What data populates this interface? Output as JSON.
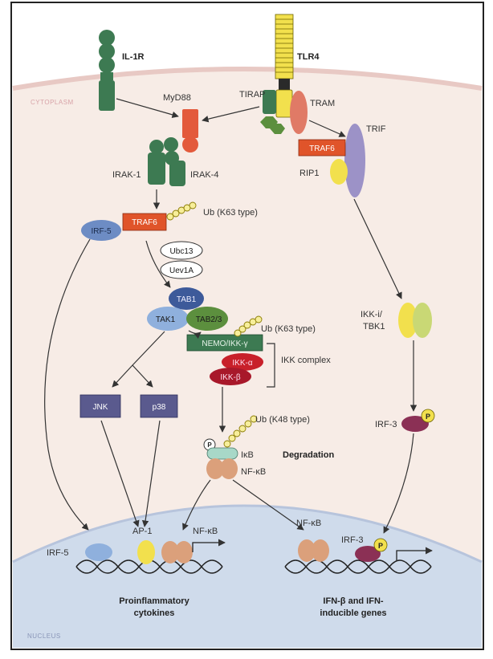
{
  "receptors": {
    "il1r": "IL-1R",
    "tlr4": "TLR4"
  },
  "regions": {
    "cytoplasm": "CYTOPLASM",
    "nucleus": "NUCLEUS"
  },
  "adaptors": {
    "myd88": "MyD88",
    "tirap": "TIRAP",
    "tram": "TRAM",
    "trif": "TRIF",
    "traf6_trif": "TRAF6",
    "rip1": "RIP1"
  },
  "kinases": {
    "irak1": "IRAK-1",
    "irak4": "IRAK-4",
    "ikk_e": "IKK-i/",
    "tbk1": "TBK1"
  },
  "traf6_center": "TRAF6",
  "ubiquitin": {
    "k63_a": "Ub (K63 type)",
    "k63_b": "Ub (K63 type)",
    "k48": "Ub (K48 type)"
  },
  "irf5_cyto": "IRF-5",
  "e2": {
    "ubc13": "Ubc13",
    "uev1a": "Uev1A"
  },
  "tak_complex": {
    "tab1": "TAB1",
    "tak1": "TAK1",
    "tab23": "TAB2/3"
  },
  "ikk_complex": {
    "nemo": "NEMO/IKK-γ",
    "ikka": "IKK-α",
    "ikkb": "IKK-β",
    "label": "IKK complex"
  },
  "mapk": {
    "jnk": "JNK",
    "p38": "p38"
  },
  "ikb": {
    "ikb": "IκB",
    "nfkb": "NF-κB",
    "p": "P",
    "degradation": "Degradation"
  },
  "irf3_cyto": {
    "label": "IRF-3",
    "p": "P"
  },
  "nucleus": {
    "irf5": "IRF-5",
    "ap1": "AP-1",
    "nfkb_left": "NF-κB",
    "nfkb_right": "NF-κB",
    "irf3": "IRF-3",
    "p": "P",
    "genes_left": [
      "Proinflammatory",
      "cytokines"
    ],
    "genes_right": [
      "IFN-β and IFN-",
      "inducible genes"
    ]
  },
  "colors": {
    "cell_bg": "#f7ece6",
    "nucleus_bg": "#cfdbeb",
    "membrane": "#e8c9c4",
    "green_dark": "#3d7a52",
    "traf6": "#e0542a",
    "myd88": "#e35a3c",
    "tram": "#e07a66",
    "trif": "#9c92c7",
    "yellow": "#f2e04d",
    "tak_blue": "#6d8cc4",
    "jnk": "#5a5a8e",
    "irf3": "#8b3055",
    "nfkb": "#dba07b"
  }
}
